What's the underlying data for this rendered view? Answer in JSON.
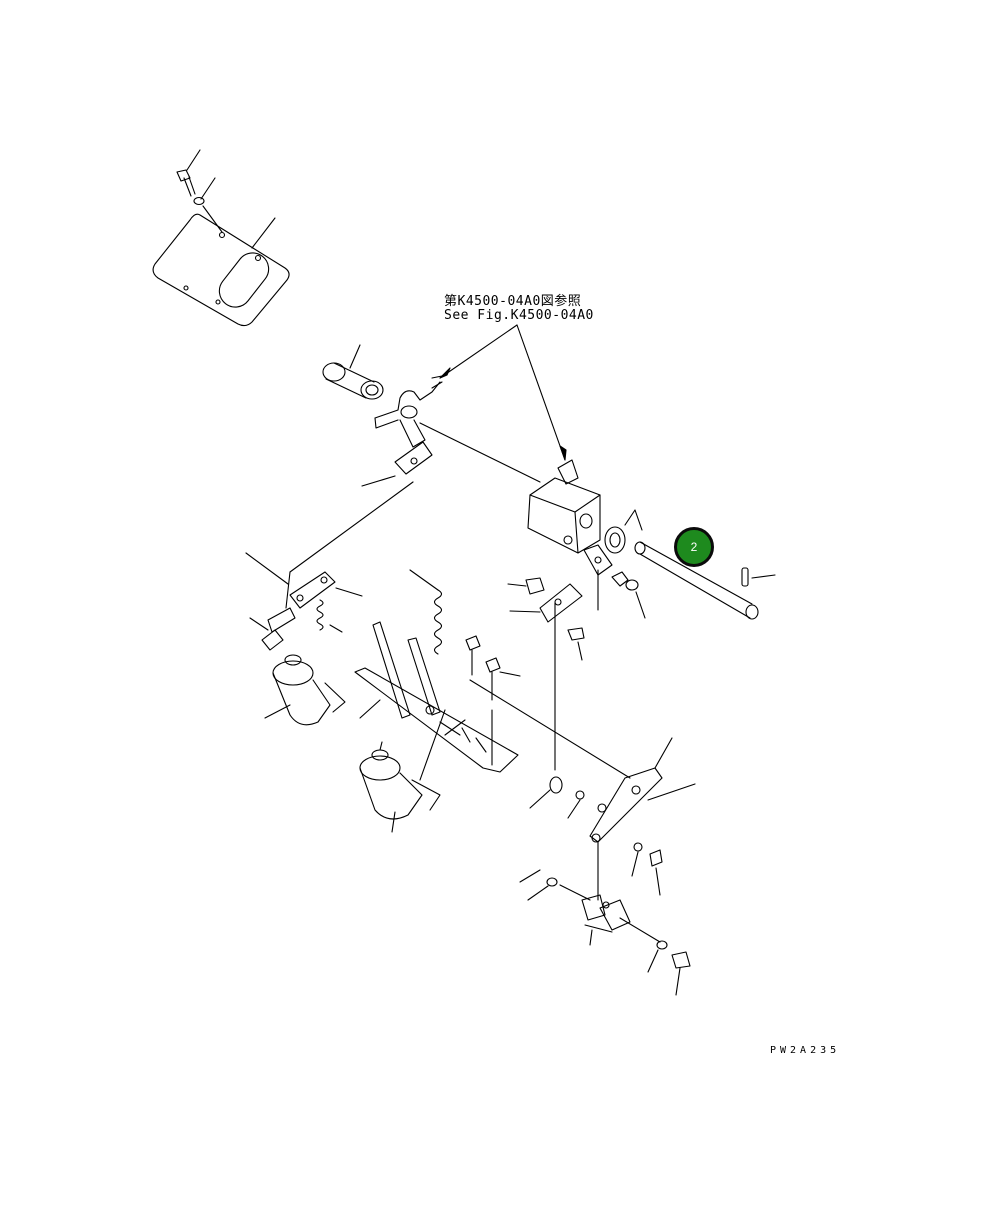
{
  "reference_note": {
    "japanese": "第K4500-04A0図参照",
    "english": "See Fig.K4500-04A0"
  },
  "callouts": [
    {
      "number": "2",
      "color": "#1e8a1e"
    }
  ],
  "drawing_code": "PW2A235",
  "colors": {
    "line": "#000000",
    "background": "#ffffff",
    "callout_fill": "#1e8a1e"
  }
}
